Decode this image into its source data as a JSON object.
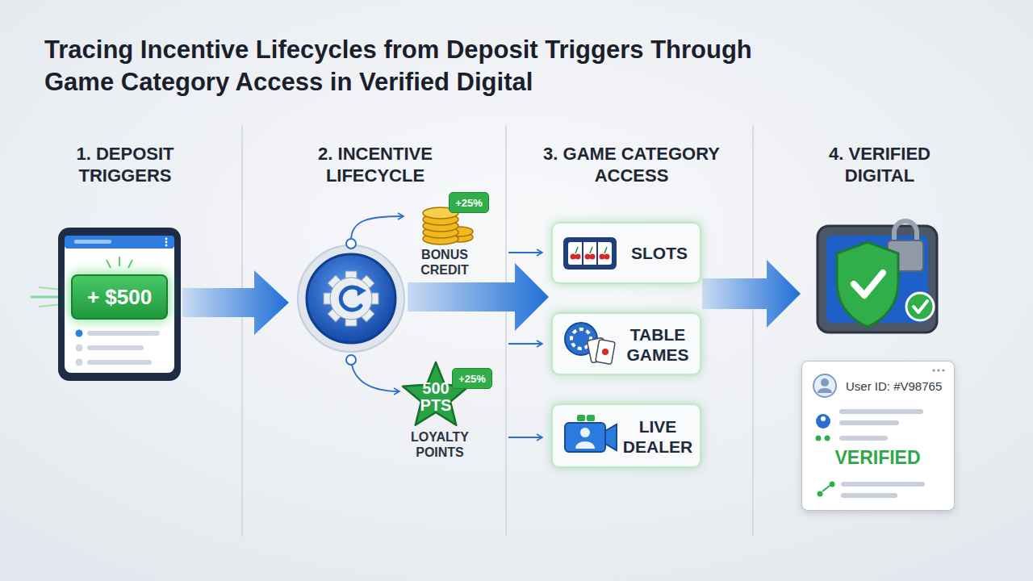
{
  "diagram": {
    "title": "Tracing Incentive Lifecycles from Deposit Triggers Through Game Category Access in Verified Digital",
    "nodes": [
      {
        "text": [
          "+ $500"
        ]
      },
      {
        "text": [
          "+25%"
        ]
      },
      {
        "text": [
          "500 PTS"
        ]
      },
      {
        "text": [
          "+25%"
        ]
      },
      {
        "text": [
          "SLOTS"
        ]
      },
      {
        "text": [
          "TABLE GAMES"
        ]
      },
      {
        "text": [
          "LIVE DEALER"
        ]
      },
      {
        "text": [
          "User ID: #V98765",
          "VERIFIED"
        ]
      }
    ],
    "labels": [
      "1. DEPOSIT TRIGGERS",
      "2. INCENTIVE LIFECYCLE",
      "3. GAME CATEGORY ACCESS",
      "4. VERIFIED DIGITAL",
      "BONUS CREDIT",
      "LOYALTY POINTS"
    ]
  }
}
